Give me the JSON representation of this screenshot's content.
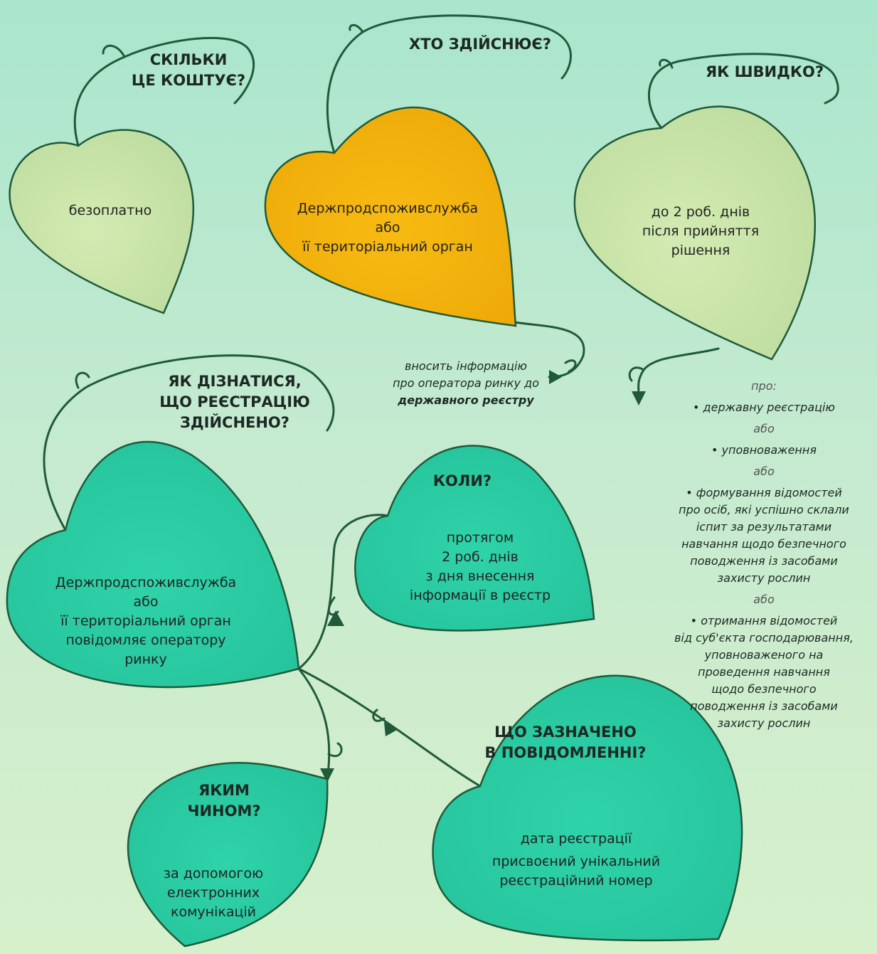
{
  "cost": {
    "question": [
      "СКІЛЬКИ",
      "ЦЕ КОШТУЄ?"
    ],
    "answer": "безоплатно"
  },
  "who": {
    "question": "ХТО ЗДІЙСНЮЄ?",
    "answer": [
      "Держпродспоживслужба",
      "або",
      "її територіальний орган"
    ],
    "note_lines": [
      "вносить інформацію",
      "про оператора ринку до"
    ],
    "note_bold": "державного реєстру"
  },
  "speed": {
    "question": "ЯК ШВИДКО?",
    "answer": [
      "до 2 роб. днів",
      "після прийняття",
      "рішення"
    ]
  },
  "about": {
    "intro": "про:",
    "item1": "• державну реєстрацію",
    "or1": "або",
    "item2": "• уповноваження",
    "or2": "або",
    "item3": [
      "• формування відомостей",
      "про осіб, які успішно склали",
      "іспит за результатами",
      "навчання щодо безпечного",
      "поводження із засобами",
      "захисту рослин"
    ],
    "or3": "або",
    "item4": [
      "• отримання відомостей",
      "від суб'єкта господарювання,",
      "уповноваженого на",
      "проведення навчання",
      "щодо безпечного",
      "поводження із засобами",
      "захисту рослин"
    ]
  },
  "learn": {
    "question": [
      "ЯК ДІЗНАТИСЯ,",
      "ЩО РЕЄСТРАЦІЮ",
      "ЗДІЙСНЕНО?"
    ],
    "answer": [
      "Держпродспоживслужба",
      "або",
      "її територіальний орган",
      "повідомляє оператору",
      "ринку"
    ]
  },
  "when": {
    "question": "КОЛИ?",
    "answer": [
      "протягом",
      "2 роб. днів",
      "з дня внесення",
      "інформації в реєстр"
    ]
  },
  "how": {
    "question": [
      "ЯКИМ",
      "ЧИНОМ?"
    ],
    "answer": [
      "за допомогою",
      "електронних",
      "комунікацій"
    ]
  },
  "what": {
    "question": [
      "ЩО ЗАЗНАЧЕНО",
      "В ПОВІДОМЛЕННІ?"
    ],
    "answer1": "дата реєстрації",
    "answer2": [
      "присвоєний унікальний",
      "реєстраційний номер"
    ]
  },
  "colors": {
    "vine": "#1f5a3a",
    "leaf_light": "#c9e4a6",
    "leaf_yellow": "#f6b40f",
    "leaf_teal": "#2bcca3"
  }
}
